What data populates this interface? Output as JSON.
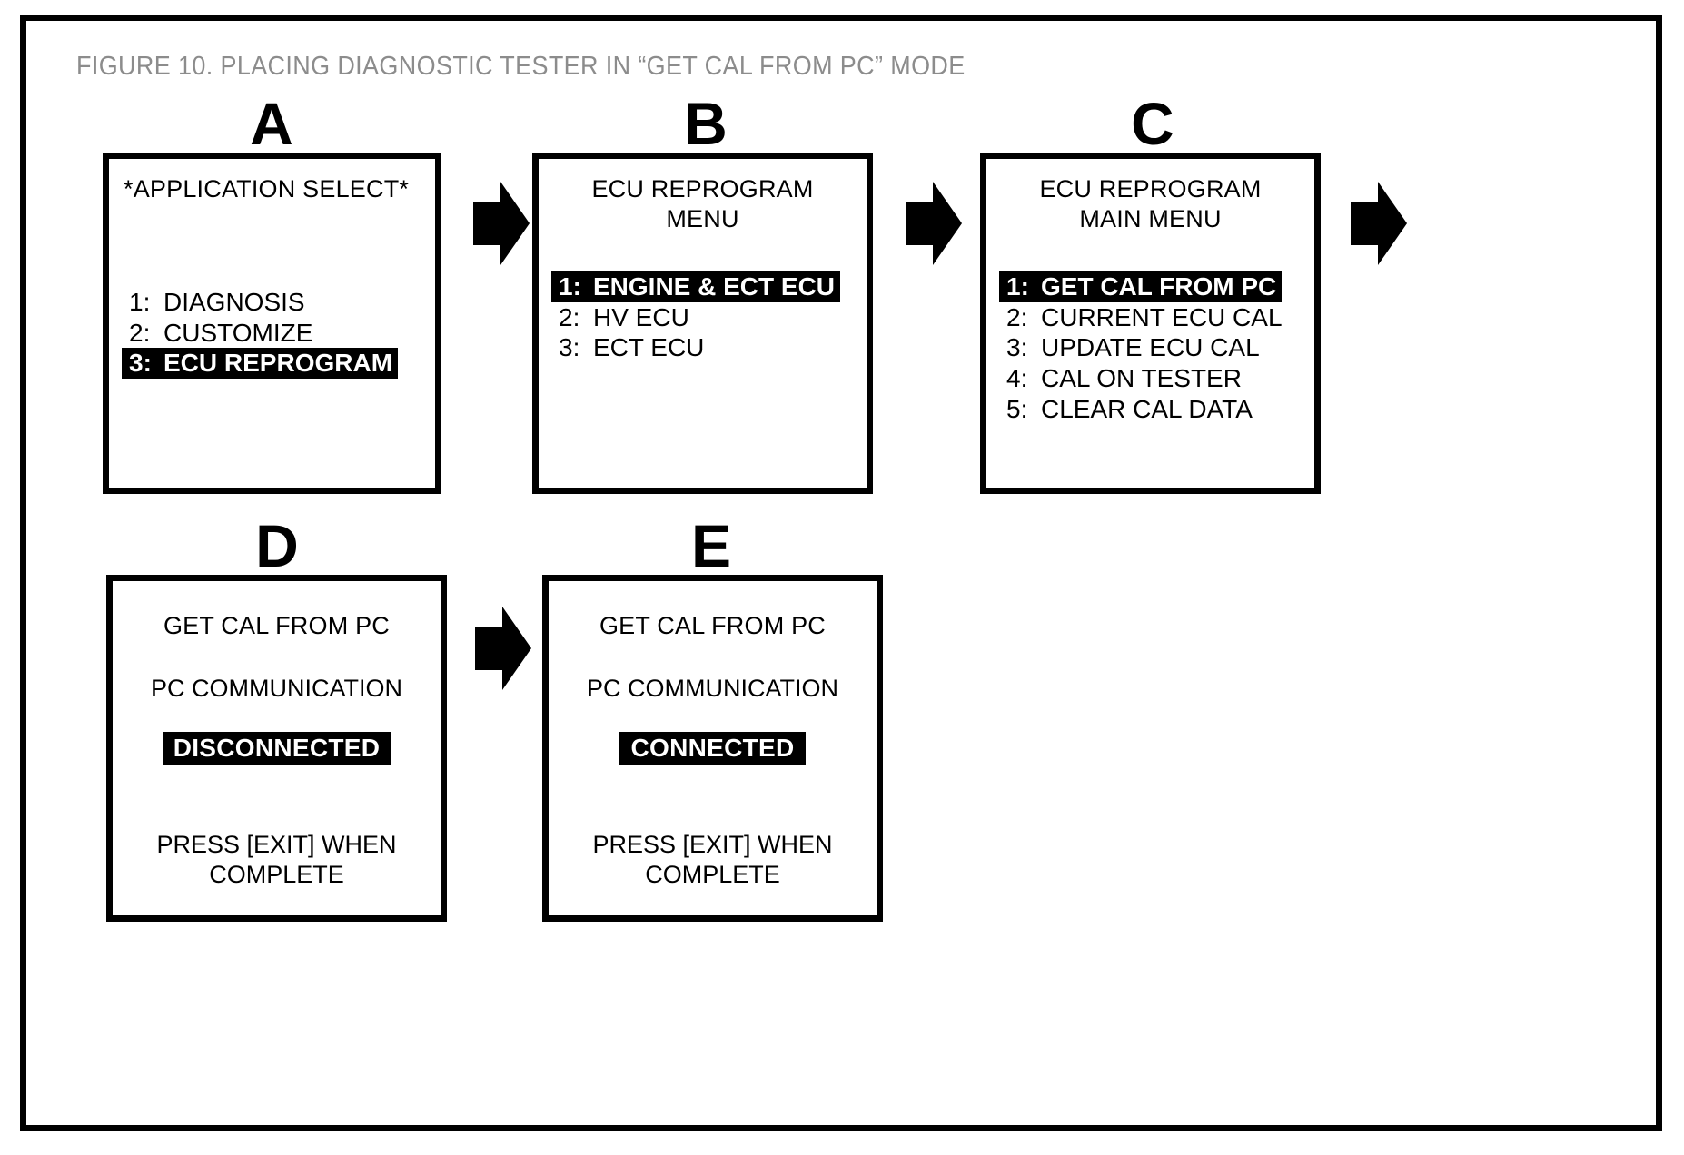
{
  "figure": {
    "title": "FIGURE 10.  PLACING DIAGNOSTIC TESTER IN “GET CAL FROM PC” MODE",
    "frame_color": "#000000",
    "title_color": "#8c8c8c",
    "highlight_bg": "#000000",
    "highlight_fg": "#ffffff"
  },
  "panels": {
    "a": {
      "letter": "A",
      "header_line1": "*APPLICATION SELECT*",
      "items": [
        {
          "index": "1:",
          "label": "DIAGNOSIS",
          "selected": false
        },
        {
          "index": "2:",
          "label": "CUSTOMIZE",
          "selected": false
        },
        {
          "index": "3:",
          "label": "ECU REPROGRAM",
          "selected": true
        }
      ]
    },
    "b": {
      "letter": "B",
      "header_line1": "ECU REPROGRAM",
      "header_line2": "MENU",
      "items": [
        {
          "index": "1:",
          "label": "ENGINE & ECT ECU",
          "selected": true
        },
        {
          "index": "2:",
          "label": "HV ECU",
          "selected": false
        },
        {
          "index": "3:",
          "label": "ECT ECU",
          "selected": false
        }
      ]
    },
    "c": {
      "letter": "C",
      "header_line1": "ECU REPROGRAM",
      "header_line2": "MAIN MENU",
      "items": [
        {
          "index": "1:",
          "label": "GET CAL FROM PC",
          "selected": true
        },
        {
          "index": "2:",
          "label": "CURRENT ECU CAL",
          "selected": false
        },
        {
          "index": "3:",
          "label": "UPDATE ECU CAL",
          "selected": false
        },
        {
          "index": "4:",
          "label": "CAL ON TESTER",
          "selected": false
        },
        {
          "index": "5:",
          "label": "CLEAR CAL DATA",
          "selected": false
        }
      ]
    },
    "d": {
      "letter": "D",
      "header_line1": "GET CAL FROM PC",
      "subject": "PC COMMUNICATION",
      "status": "DISCONNECTED",
      "footer_line1": "PRESS [EXIT] WHEN",
      "footer_line2": "COMPLETE"
    },
    "e": {
      "letter": "E",
      "header_line1": "GET CAL FROM PC",
      "subject": "PC COMMUNICATION",
      "status": "CONNECTED",
      "footer_line1": "PRESS [EXIT] WHEN",
      "footer_line2": "COMPLETE"
    }
  },
  "arrows": [
    {
      "name": "arrow-a-to-b",
      "direction": "right"
    },
    {
      "name": "arrow-b-to-c",
      "direction": "right"
    },
    {
      "name": "arrow-c-to-next",
      "direction": "right"
    },
    {
      "name": "arrow-d-to-e",
      "direction": "right"
    }
  ]
}
